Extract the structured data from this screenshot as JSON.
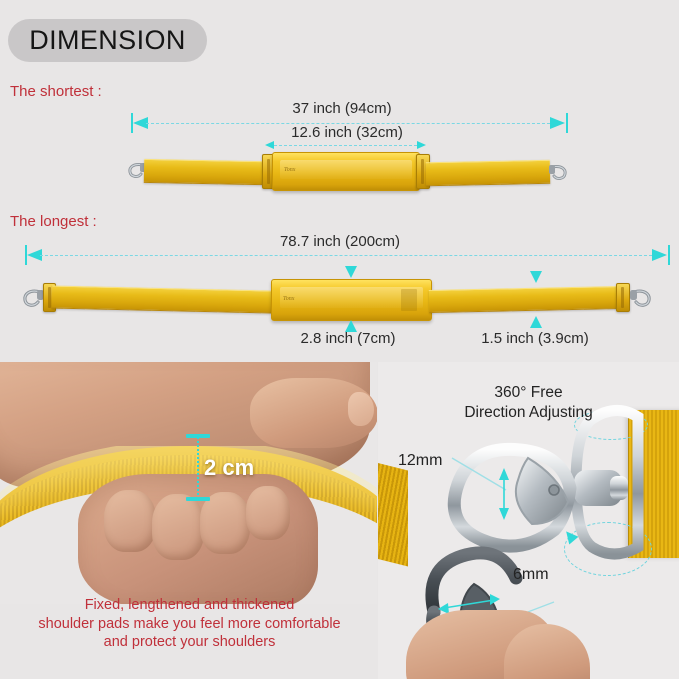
{
  "page": {
    "background_color": "#e8e6e6",
    "accent_cyan": "#2fd8d8",
    "accent_red": "#c0303a",
    "text_dark": "#232323"
  },
  "header": {
    "badge_label": "DIMENSION",
    "badge_bg": "#c9c7c8",
    "badge_text_color": "#151515"
  },
  "sections": {
    "shortest": {
      "label": "The shortest :",
      "total_length": "37 inch (94cm)",
      "pad_length": "12.6 inch (32cm)"
    },
    "longest": {
      "label": "The longest :",
      "total_length": "78.7 inch (200cm)",
      "pad_width": "2.8 inch (7cm)",
      "strap_width": "1.5 inch (3.9cm)"
    }
  },
  "pad_photo": {
    "thickness_label": "2 cm",
    "caption_line1": "Fixed, lengthened and thickened",
    "caption_line2": "shoulder pads make you feel more comfortable",
    "caption_line3": "and protect your shoulders"
  },
  "hook_photo": {
    "title_line1": "360° Free",
    "title_line2": "Direction Adjusting",
    "clasp_opening": "12mm",
    "small_hook_opening": "6mm"
  }
}
